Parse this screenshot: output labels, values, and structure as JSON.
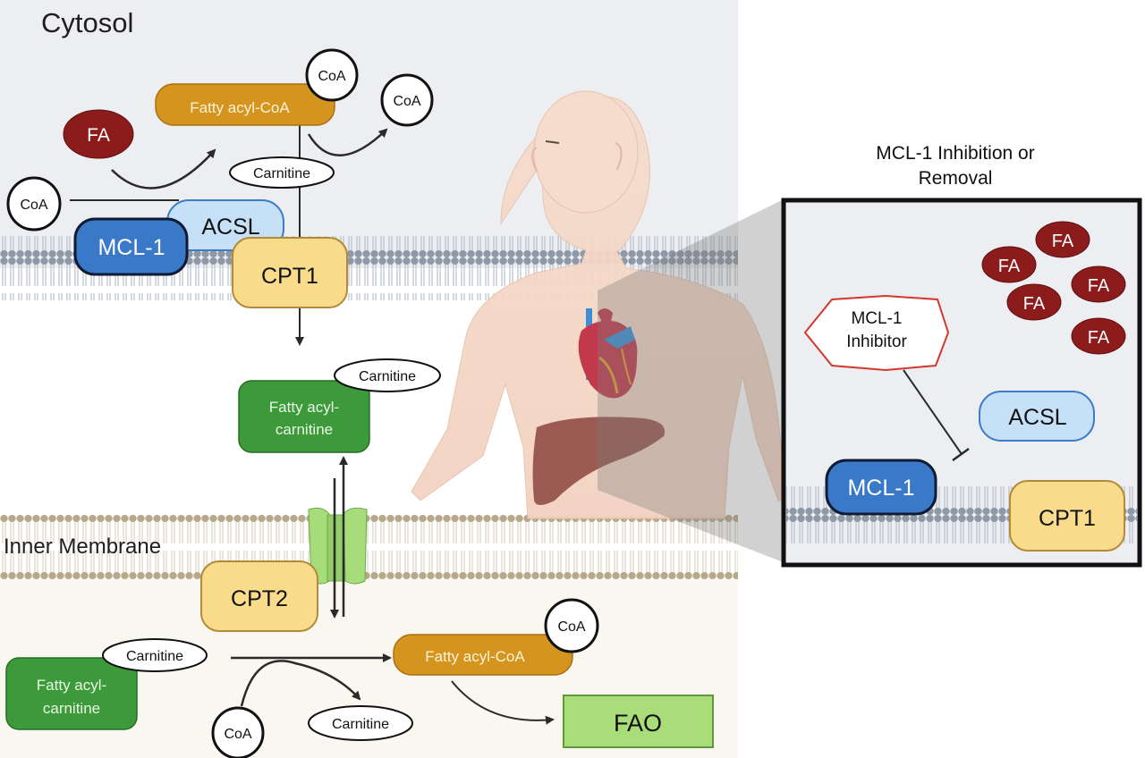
{
  "regions": {
    "cytosol": "Cytosol",
    "inner_membrane": "Inner Membrane"
  },
  "top": {
    "fatty_acyl_coa": "Fatty acyl-CoA",
    "coa_on_fatty_acyl": "CoA",
    "coa_released": "CoA",
    "fa": "FA",
    "coa_input": "CoA",
    "carnitine": "Carnitine",
    "acsl": "ACSL",
    "mcl1": "MCL-1",
    "cpt1": "CPT1"
  },
  "middle": {
    "fatty_acyl_carnitine": [
      "Fatty acyl-",
      "carnitine"
    ],
    "carnitine": "Carnitine"
  },
  "bottom": {
    "cpt2": "CPT2",
    "fatty_acyl_carnitine": [
      "Fatty acyl-",
      "carnitine"
    ],
    "carnitine_on": "Carnitine",
    "coa_input": "CoA",
    "carnitine_released": "Carnitine",
    "fatty_acyl_coa": "Fatty acyl-CoA",
    "coa_on": "CoA",
    "fao": "FAO"
  },
  "inset": {
    "title": [
      "MCL-1 Inhibition or",
      "Removal"
    ],
    "inhibitor": [
      "MCL-1",
      "Inhibitor"
    ],
    "fa_labels": [
      "FA",
      "FA",
      "FA",
      "FA",
      "FA"
    ],
    "acsl": "ACSL",
    "mcl1": "MCL-1",
    "cpt1": "CPT1"
  },
  "colors": {
    "cytosol_bg": "#eceef1",
    "matrix_bg": "#faf6f0",
    "fatty_acyl_coa": "#d4941e",
    "fa": "#8c1c1c",
    "mcl1": "#3a78c8",
    "acsl": "#c5e0f7",
    "cpt": "#f8dc8c",
    "fatty_acyl_carnitine": "#3d9a3b",
    "transporter": "#a7dc7a",
    "fao": "#a8dd7a",
    "inhibitor_border": "#d0392e",
    "outer_membrane_head": "#8e98a6",
    "inner_membrane_head": "#b7a88a"
  }
}
